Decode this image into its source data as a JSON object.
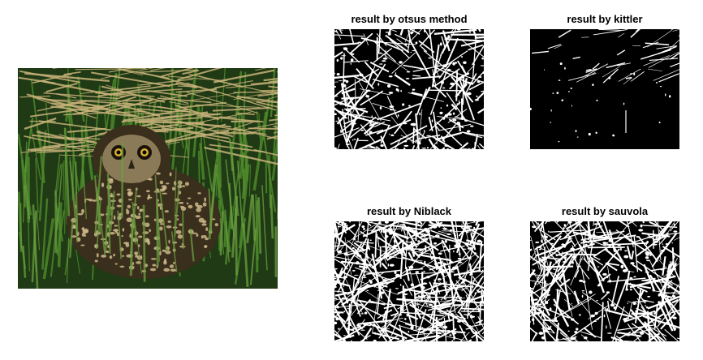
{
  "figure": {
    "original": {
      "subject": "short-eared owl sitting in dry and green grass"
    },
    "results": [
      {
        "id": "otsu",
        "title": "result by otsus method"
      },
      {
        "id": "kittler",
        "title": "result by kittler"
      },
      {
        "id": "niblack",
        "title": "result by Niblack"
      },
      {
        "id": "sauvola",
        "title": "result by sauvola"
      }
    ]
  },
  "colors": {
    "background": "#ffffff",
    "binary_fg": "#ffffff",
    "binary_bg": "#000000",
    "grass_dark": "#1f3a14",
    "grass_green": "#4f8a2c",
    "straw": "#c8b27a",
    "owl_dark": "#3a2e1c",
    "owl_light": "#cdb98a"
  }
}
